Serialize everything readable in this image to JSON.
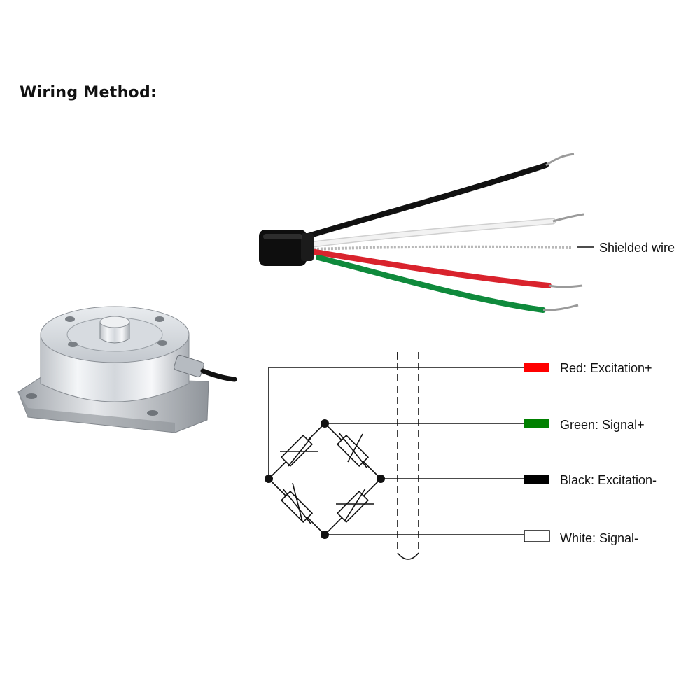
{
  "title": "Wiring Method:",
  "cable": {
    "shield_label": "Shielded wire",
    "wire_colors": {
      "black": "#111111",
      "white": "#f2f2f2",
      "red": "#d9232d",
      "green": "#0f8a3c",
      "shield": "#b8b8b8"
    }
  },
  "legend": [
    {
      "label": "Red: Excitation+",
      "color": "#ff0000"
    },
    {
      "label": "Green: Signal+",
      "color": "#008000"
    },
    {
      "label": "Black: Excitation-",
      "color": "#000000"
    },
    {
      "label": "White: Signal-",
      "color": "#ffffff"
    }
  ],
  "icons": {
    "load_cell": "load-cell-photo",
    "bridge": "wheatstone-bridge-icon"
  }
}
